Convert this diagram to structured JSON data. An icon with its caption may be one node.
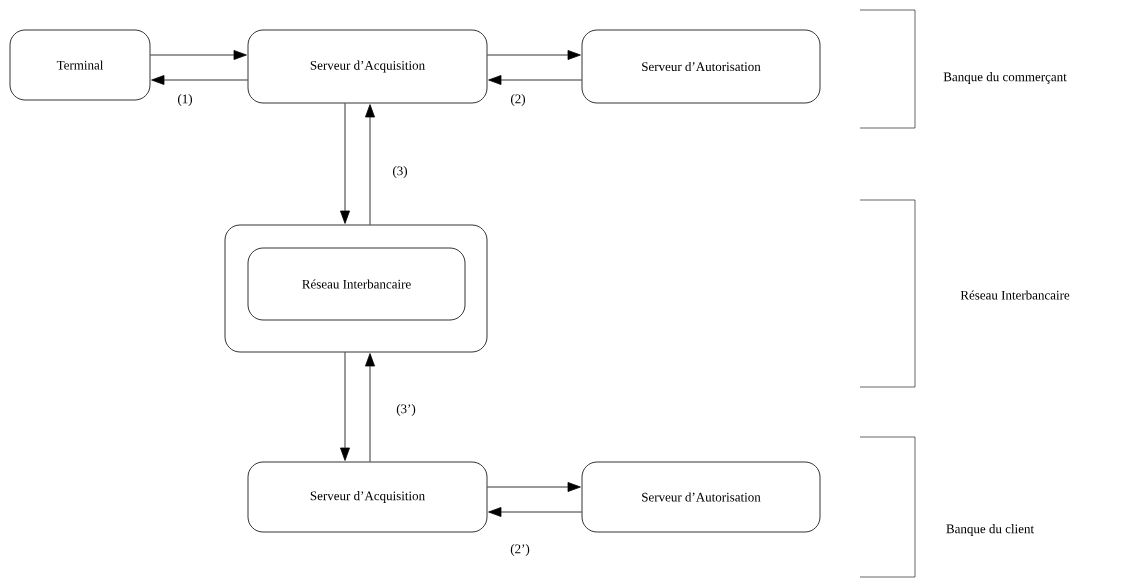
{
  "diagram": {
    "nodes": [
      {
        "text": [
          "Terminal"
        ]
      },
      {
        "text": [
          "Serveur d’Acquisition"
        ]
      },
      {
        "text": [
          "Serveur d’Autorisation"
        ]
      },
      {
        "text": [],
        "shape": "box"
      },
      {
        "text": [
          "Réseau Interbancaire"
        ],
        "in": 3
      },
      {
        "text": [
          "Serveur d’Acquisition"
        ]
      },
      {
        "text": [
          "Serveur d’Autorisation"
        ]
      }
    ],
    "edges": [
      {
        "from": 0,
        "to": 1,
        "arrow": "to"
      },
      {
        "from": 1,
        "to": 0,
        "arrow": "to"
      },
      {
        "from": 1,
        "to": 2,
        "arrow": "to"
      },
      {
        "from": 2,
        "to": 1,
        "arrow": "to"
      },
      {
        "from": 1,
        "to": 3,
        "arrow": "to"
      },
      {
        "from": 3,
        "to": 1,
        "arrow": "to"
      },
      {
        "from": 3,
        "to": 5,
        "arrow": "to"
      },
      {
        "from": 5,
        "to": 3,
        "arrow": "to"
      },
      {
        "from": 5,
        "to": 6,
        "arrow": "to"
      },
      {
        "from": 6,
        "to": 5,
        "arrow": "to"
      }
    ],
    "labels": [
      "Banque du commerçant",
      "(1)",
      "(2)",
      "(3)",
      "Réseau Interbancaire",
      "(3’)",
      "Banque du client",
      "(2’)"
    ]
  }
}
